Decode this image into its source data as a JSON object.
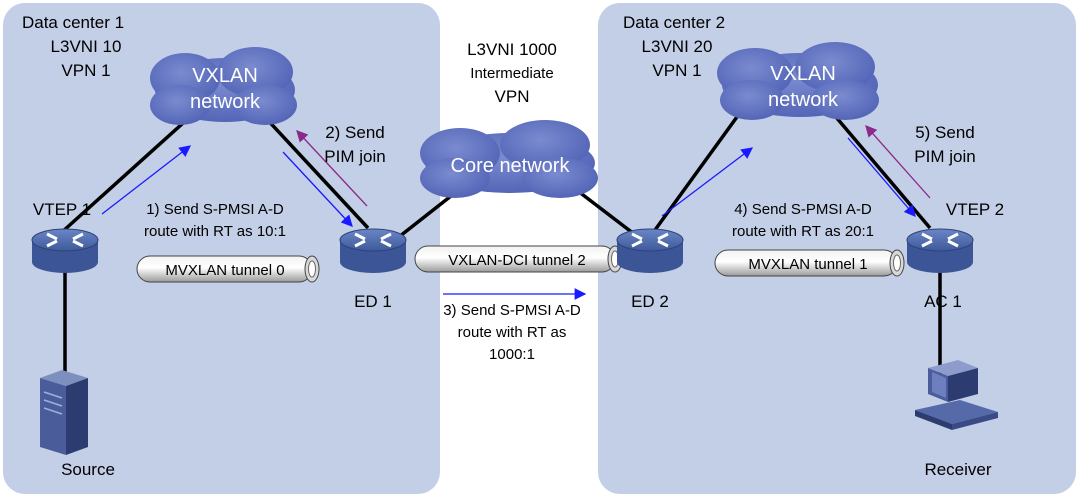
{
  "colors": {
    "dc_fill": "#c3cfe6",
    "cloud_fill": "#5d6fc0",
    "device_fill": "#5471b6",
    "arrow_blue": "#1a1aff",
    "arrow_purple": "#8a2a8a"
  },
  "dc1": {
    "title": "Data center 1",
    "vni": "L3VNI 10",
    "vpn": "VPN 1",
    "cloud": [
      "VXLAN",
      "network"
    ]
  },
  "dc2": {
    "title": "Data center 2",
    "vni": "L3VNI 20",
    "vpn": "VPN 1",
    "cloud": [
      "VXLAN",
      "network"
    ]
  },
  "middle": {
    "vni": "L3VNI 1000",
    "label1": "Intermediate",
    "label2": "VPN",
    "cloud": "Core network"
  },
  "devices": {
    "vtep1": "VTEP 1",
    "ed1": "ED 1",
    "ed2": "ED 2",
    "vtep2": "VTEP 2",
    "ac1": "AC 1",
    "source": "Source",
    "receiver": "Receiver"
  },
  "tunnels": {
    "t0": "MVXLAN tunnel 0",
    "t2": "VXLAN-DCI tunnel 2",
    "t1": "MVXLAN tunnel 1"
  },
  "steps": {
    "s1": [
      "1) Send S-PMSI A-D",
      "route with RT as 10:1"
    ],
    "s2": [
      "2) Send",
      "PIM join"
    ],
    "s3": [
      "3) Send S-PMSI A-D",
      "route with RT as",
      "1000:1"
    ],
    "s4": [
      "4) Send S-PMSI A-D",
      "route with RT as 20:1"
    ],
    "s5": [
      "5) Send",
      "PIM join"
    ]
  }
}
